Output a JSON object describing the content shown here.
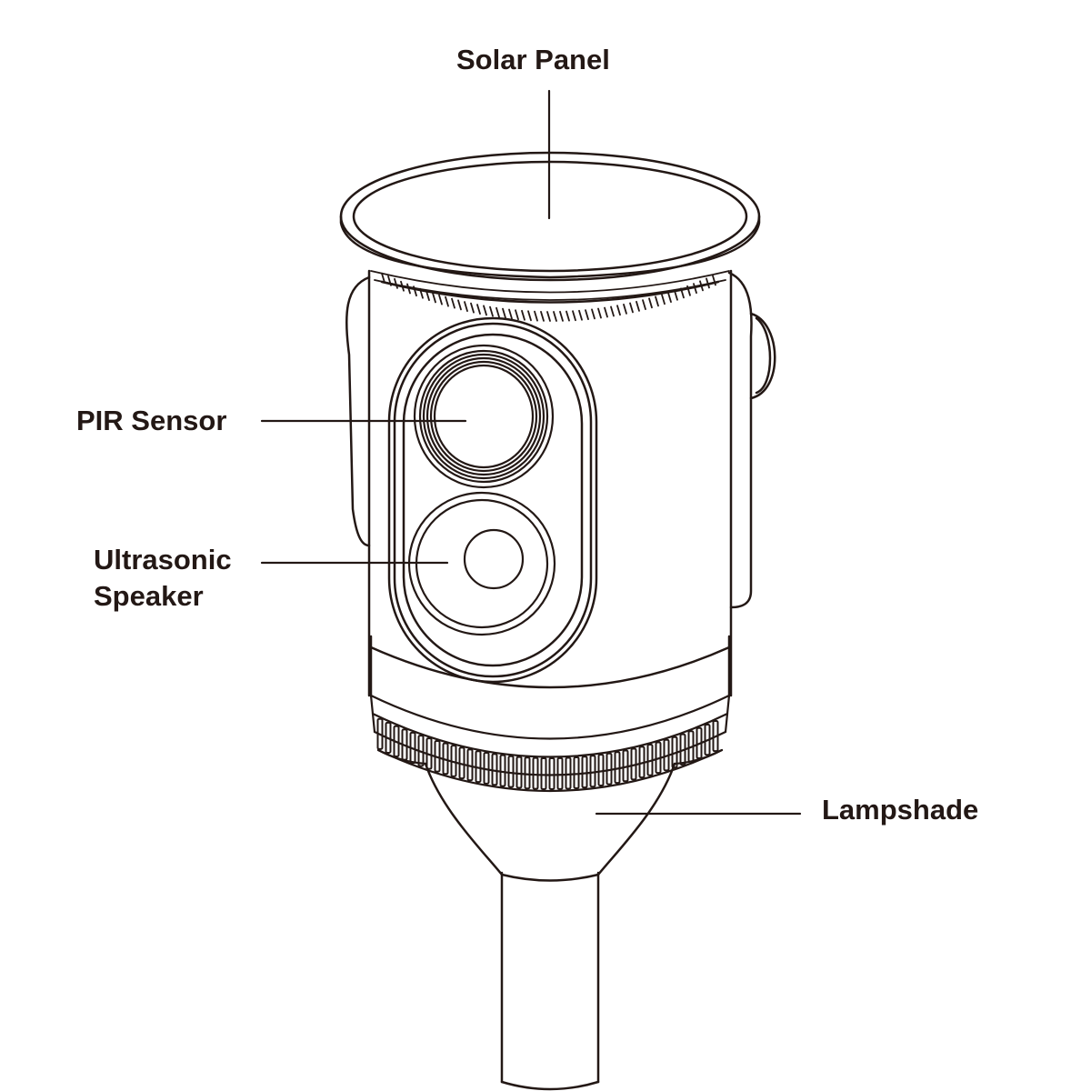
{
  "diagram": {
    "labels": {
      "solar_panel": "Solar Panel",
      "pir_sensor": "PIR Sensor",
      "ultrasonic_speaker_line1": "Ultrasonic",
      "ultrasonic_speaker_line2": "Speaker",
      "lampshade": "Lampshade"
    },
    "colors": {
      "ink": "#231815",
      "background": "#ffffff"
    }
  }
}
